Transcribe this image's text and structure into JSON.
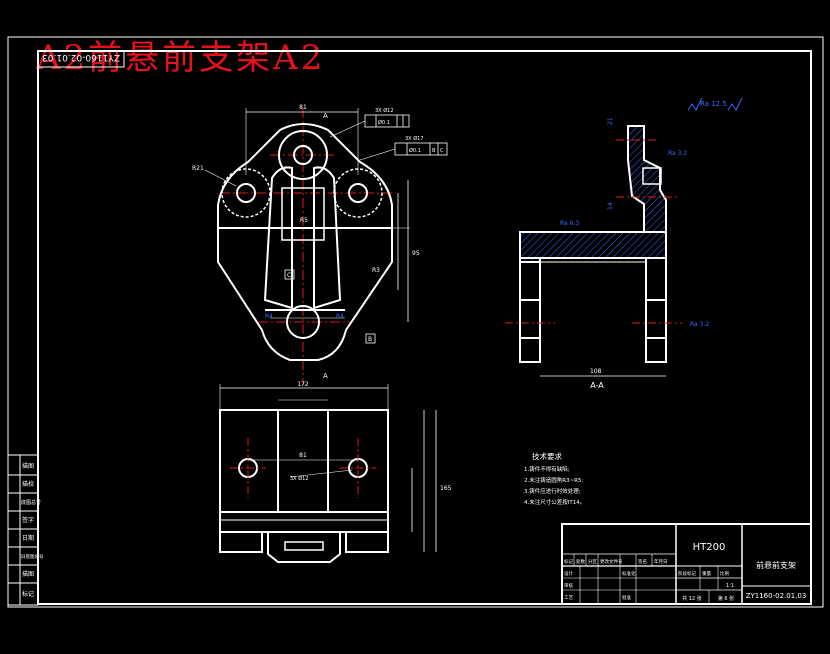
{
  "drawing": {
    "overlay_title": "A2前悬前支架A2",
    "drawing_code_top": "ZY1160-02.01.03",
    "section_label_a": "A",
    "section_label_aa": "A-A",
    "datum_b": "B",
    "datum_c": "C",
    "tolerance_1": "3X Ø12",
    "tolerance_2": "3X Ø17",
    "tol_value": "Ø0.1",
    "dim_r21": "R21",
    "dim_r5": "R5",
    "dim_r3": "R3",
    "dim_r4": "R4",
    "dim_81": "81",
    "dim_172": "172",
    "dim_108": "108",
    "dim_165": "165",
    "dim_95": "95",
    "dim_21": "21",
    "dim_14": "14",
    "roughness_1": "Ra 12.5",
    "roughness_2": "Ra 3.2",
    "roughness_3": "Ra 6.3",
    "tech_title": "技术要求",
    "tech_lines": [
      "1.铸件不得有缺陷;",
      "2.未注铸造圆角R3~R5;",
      "3.铸件应进行时效处理;",
      "4.未注尺寸公差按IT14。"
    ],
    "material": "HT200",
    "part_name": "前悬前支架",
    "drawing_code": "ZY1160-02.01.03",
    "sheet_total": "共 12 张",
    "sheet_no": "第 6 张",
    "scale": "1:1",
    "left_strip": [
      "描图",
      "描校",
      "底图总号",
      "签字",
      "日期",
      "旧底图总号",
      "描图",
      "标记"
    ],
    "tb_labels": [
      "标记",
      "处数",
      "分区",
      "更改文件号",
      "签名",
      "年月日",
      "设计",
      "审核",
      "工艺",
      "阶段标记",
      "重量",
      "比例",
      "标准化",
      "批准"
    ]
  }
}
